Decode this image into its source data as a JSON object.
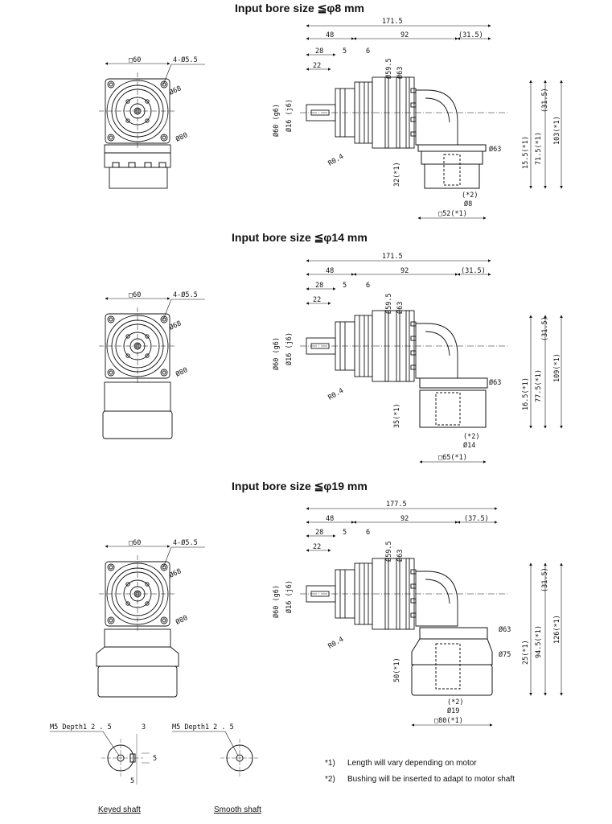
{
  "variants": [
    {
      "heading": "Input bore size  ≦φ8 mm",
      "front": {
        "flange": "□60",
        "holes": "4-Ø5.5",
        "pcd": "Ø68",
        "outer": "Ø80"
      },
      "side": {
        "total": "171.5",
        "d48": "48",
        "d92": "92",
        "d315": "(31.5)",
        "d28": "28",
        "d5": "5",
        "d6": "6",
        "d22": "22",
        "d595": "Ø59.5",
        "d63": "Ø63",
        "d60": "Ø60 (g6)",
        "d16": "Ø16 (j6)",
        "r04": "R0.4",
        "top315": "(31.5)",
        "h_a": "15.5(*1)",
        "h_b": "71.5(*1)",
        "h_total": "103(*1)",
        "d63b": "Ø63",
        "d75": "",
        "h_motor": "32(*1)",
        "bushing": "(*2)",
        "bore": "Ø8",
        "square": "□52(*1)"
      }
    },
    {
      "heading": "Input bore size  ≦φ14 mm",
      "front": {
        "flange": "□60",
        "holes": "4-Ø5.5",
        "pcd": "Ø68",
        "outer": "Ø80"
      },
      "side": {
        "total": "171.5",
        "d48": "48",
        "d92": "92",
        "d315": "(31.5)",
        "d28": "28",
        "d5": "5",
        "d6": "6",
        "d22": "22",
        "d595": "Ø59.5",
        "d63": "Ø63",
        "d60": "Ø60 (g6)",
        "d16": "Ø16 (j6)",
        "r04": "R0.4",
        "top315": "(31.5)",
        "h_a": "16.5(*1)",
        "h_b": "77.5(*1)",
        "h_total": "109(*1)",
        "d63b": "Ø63",
        "d75": "",
        "h_motor": "35(*1)",
        "bushing": "(*2)",
        "bore": "Ø14",
        "square": "□65(*1)"
      }
    },
    {
      "heading": "Input bore size  ≦φ19 mm",
      "front": {
        "flange": "□60",
        "holes": "4-Ø5.5",
        "pcd": "Ø68",
        "outer": "Ø80"
      },
      "side": {
        "total": "177.5",
        "d48": "48",
        "d92": "92",
        "d315": "(37.5)",
        "d28": "28",
        "d5": "5",
        "d6": "6",
        "d22": "22",
        "d595": "Ø59.5",
        "d63": "Ø63",
        "d60": "Ø60 (g6)",
        "d16": "Ø16 (j6)",
        "r04": "R0.4",
        "top315": "(31.5)",
        "h_a": "25(*1)",
        "h_b": "94.5(*1)",
        "h_total": "126(*1)",
        "d63b": "Ø63",
        "d75": "Ø75",
        "h_motor": "50(*1)",
        "bushing": "(*2)",
        "bore": "Ø19",
        "square": "□80(*1)"
      }
    }
  ],
  "shafts": {
    "keyed": {
      "tap": "M5 Depth1 2 . 5",
      "dim3": "3",
      "dim5a": "5",
      "dim5b": "5",
      "caption": "Keyed shaft"
    },
    "smooth": {
      "tap": "M5 Depth1 2 . 5",
      "caption": "Smooth shaft"
    }
  },
  "notes": [
    {
      "mark": "*1)",
      "text": "Length will vary depending on motor"
    },
    {
      "mark": "*2)",
      "text": "Bushing will be inserted to adapt to motor shaft"
    }
  ]
}
